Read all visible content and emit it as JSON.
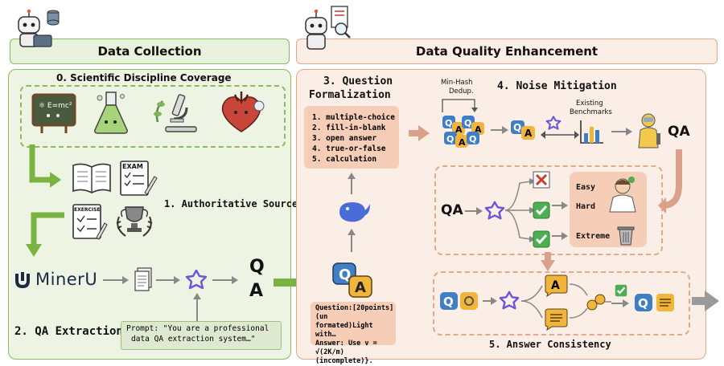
{
  "sections": {
    "collection": {
      "header": "Data Collection",
      "coverage_title": "0. Scientific Discipline Coverage",
      "sources_label": "1. Authoritative Sources",
      "exam_label": "EXAM",
      "exercise_label": "EXERCISE",
      "mineru_label": "MinerU",
      "qa_extraction_label": "2. QA Extraction",
      "prompt_text_line1": "Prompt: \"You are a professional",
      "prompt_text_line2": "data QA extraction system…\"",
      "qa_q": "Q",
      "qa_a": "A"
    },
    "enhancement": {
      "header": "Data Quality Enhancement",
      "question_formalization_line1": "3. Question",
      "question_formalization_line2": "Formalization",
      "types": [
        "1.  multiple-choice",
        "2.  fill-in-blank",
        "3.  open answer",
        "4.  true-or-false",
        "5.  calculation"
      ],
      "noise_mitigation": "4. Noise Mitigation",
      "minhash_line1": "Min-Hash",
      "minhash_line2": "Dedup.",
      "existing_line1": "Existing",
      "existing_line2": "Benchmarks",
      "qa_label": "QA",
      "difficulty_qa": "QA",
      "easy": "Easy",
      "hard": "Hard",
      "extreme": "Extreme",
      "answer_consistency": "5. Answer Consistency",
      "example_line1": "Question:[20points](un",
      "example_line2": "formated)Light with…",
      "example_line3": "Answer: Use v =",
      "example_line4": "√(2K/m)(incomplete)}."
    }
  },
  "colors": {
    "green_panel": "#eef4e4",
    "green_border": "#76a844",
    "green_arrow": "#7bb342",
    "peach_panel": "#fbeee6",
    "peach_border": "#e2a98a",
    "peach_box": "#f6cdb6",
    "peach_arrow": "#d9a08a",
    "gray_arrow": "#8a8a8a",
    "blue_q": "#3e7fc6",
    "gold_a": "#f1b53c",
    "purple": "#6a55d6"
  }
}
